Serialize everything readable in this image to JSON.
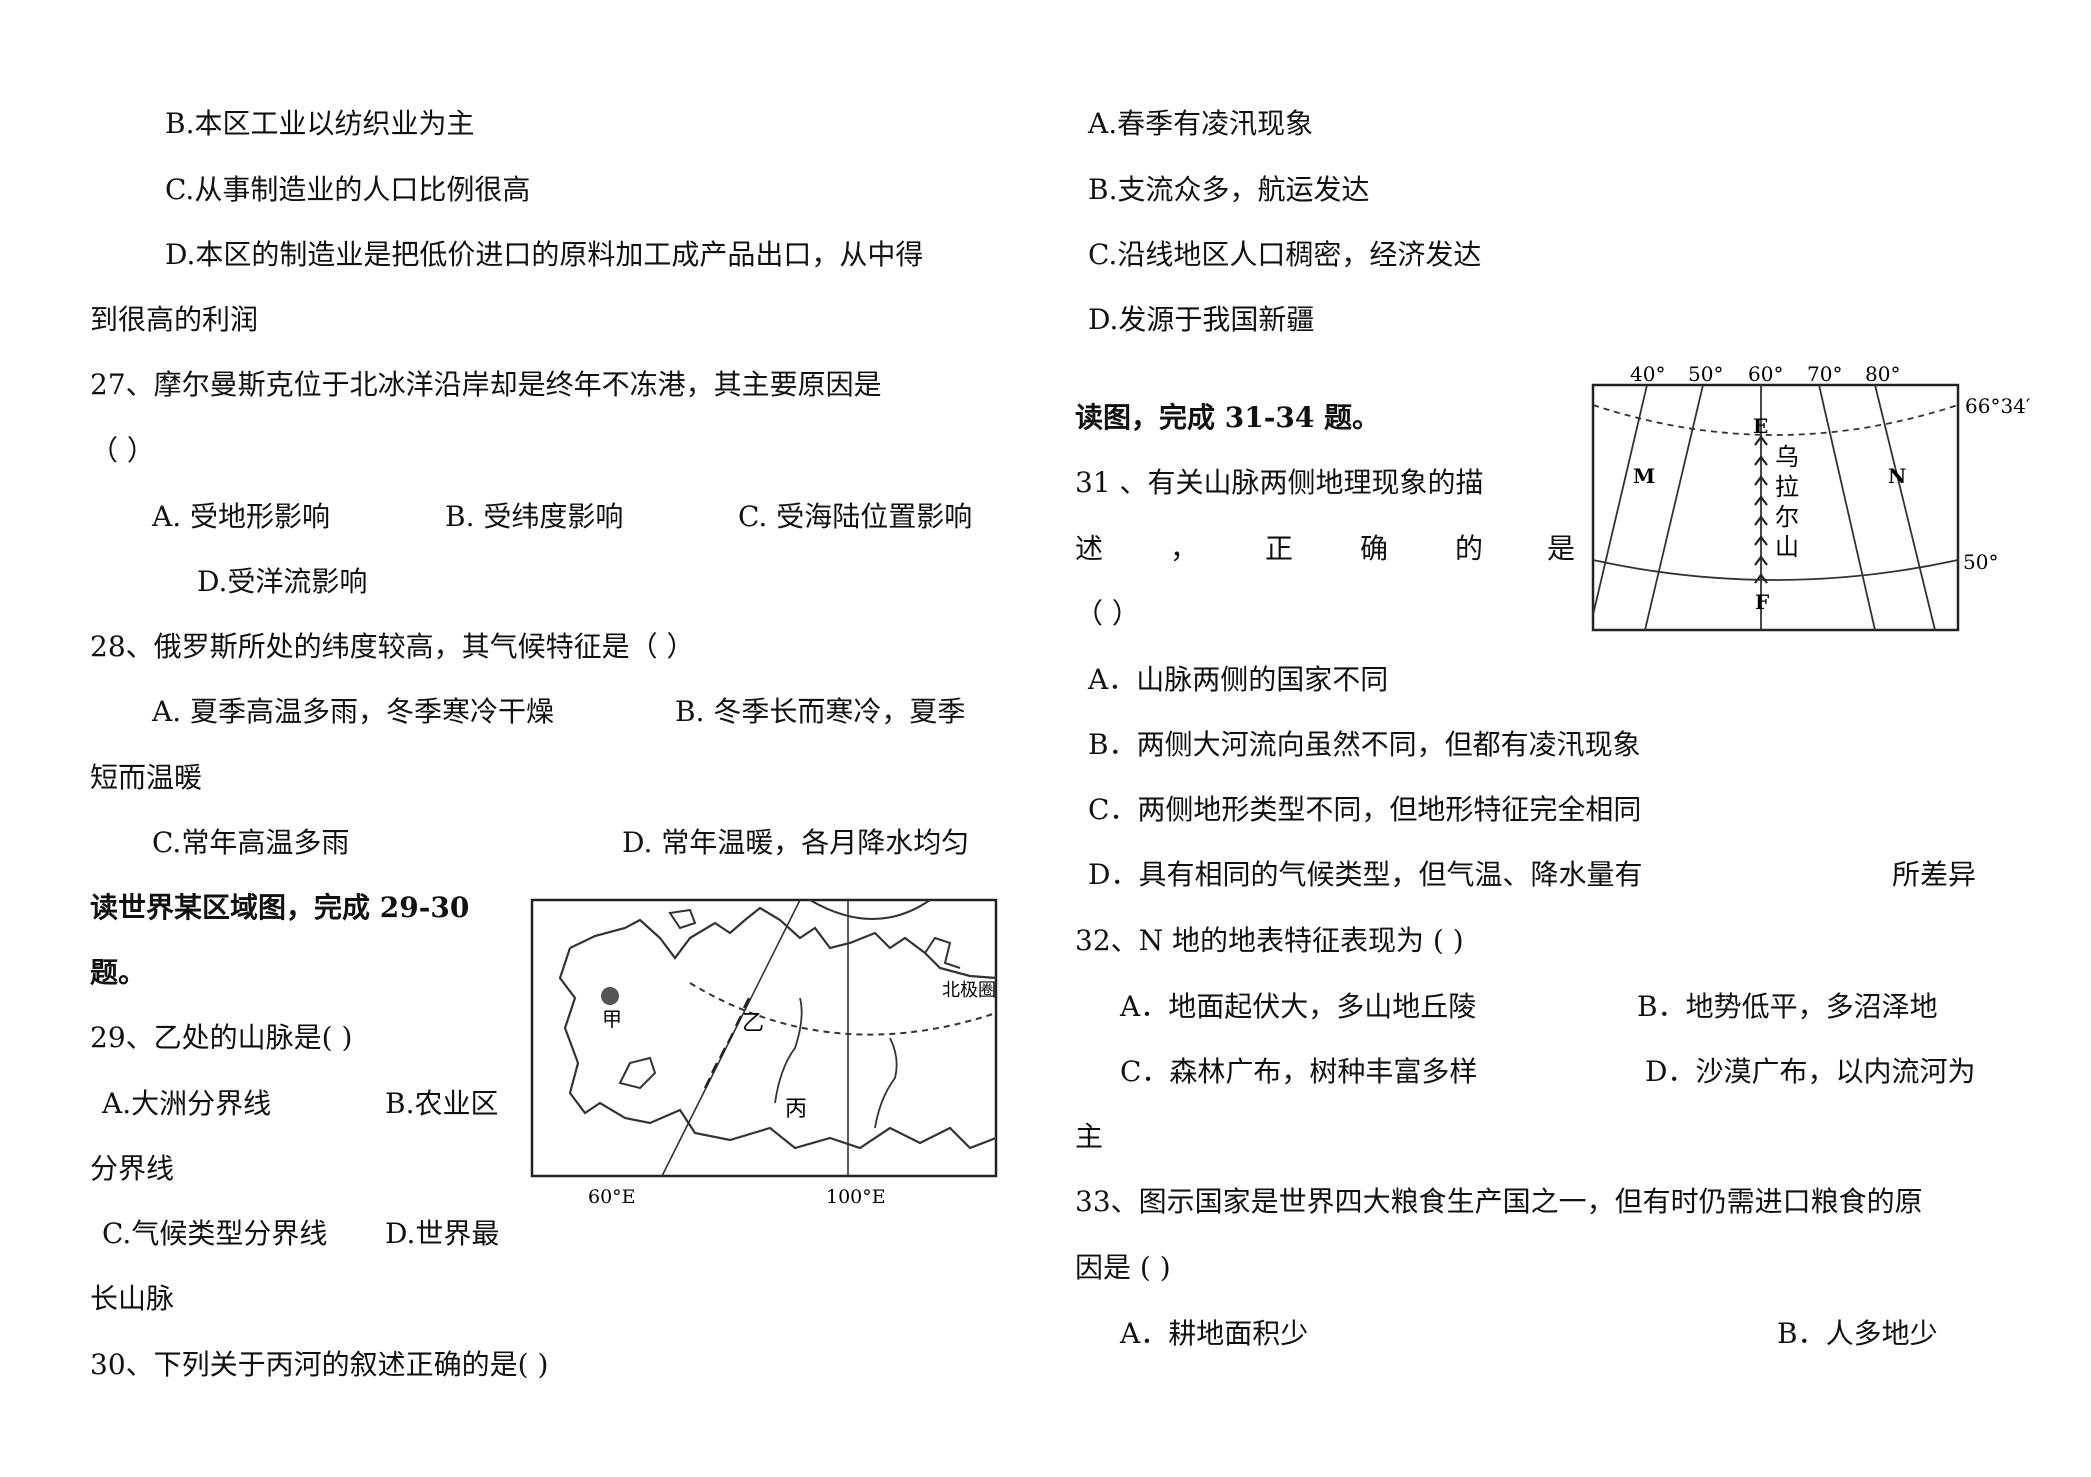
{
  "left": {
    "l1": "B.本区工业以纺织业为主",
    "l2": "C.从事制造业的人口比例很高",
    "l3": "D.本区的制造业是把低价进口的原料加工成产品出口，从中得",
    "l4": "到很高的利润",
    "q27_stem": "27、摩尔曼斯克位于北冰洋沿岸却是终年不冻港，其主要原因是",
    "q27_paren": "（    ）",
    "q27_a": "A. 受地形影响",
    "q27_b": "B. 受纬度影响",
    "q27_c": "C. 受海陆位置影响",
    "q27_d": "D.受洋流影响",
    "q28_stem": "28、俄罗斯所处的纬度较高，其气候特征是（    ）",
    "q28_a": "A.  夏季高温多雨，冬季寒冷干燥",
    "q28_b": "B.   冬季长而寒冷，夏季",
    "q28_b2": "短而温暖",
    "q28_c": "C.常年高温多雨",
    "q28_d": "D.   常年温暖，各月降水均匀",
    "read_2930_a": "读世界某区域图，完成 29-30",
    "read_2930_b": "题。",
    "q29_stem": "29、乙处的山脉是(      )",
    "q29_a": "A.大洲分界线",
    "q29_b": "B.农业区",
    "q29_b2": "分界线",
    "q29_c": "C.气候类型分界线",
    "q29_d": "D.世界最",
    "q29_d2": "长山脉",
    "q30_stem": "30、下列关于丙河的叙述正确的是(     )"
  },
  "right": {
    "q30_a": "A.春季有凌汛现象",
    "q30_b": "B.支流众多，航运发达",
    "q30_c": "C.沿线地区人口稠密，经济发达",
    "q30_d": "D.发源于我国新疆",
    "read_3134": "读图，完成 31-34 题。",
    "q31_a1": "31  、有关山脉两侧地理现象的描",
    "q31_a2_1": "述",
    "q31_a2_2": "，",
    "q31_a2_3": "正",
    "q31_a2_4": "确",
    "q31_a2_5": "的",
    "q31_a2_6": "是",
    "q31_paren": "（      ）",
    "q31_optA": "A．山脉两侧的国家不同",
    "q31_optB": "B．两侧大河流向虽然不同，但都有凌汛现象",
    "q31_optC": "C．两侧地形类型不同，但地形特征完全相同",
    "q31_optD": "D．具有相同的气候类型，但气温、降水量有",
    "q31_optD2": "所差异",
    "q32_stem": "32、N 地的地表特征表现为        (      )",
    "q32_a": "A．地面起伏大，多山地丘陵",
    "q32_b": "B．地势低平，多沼泽地",
    "q32_c": "C．森林广布，树种丰富多样",
    "q32_d": "D．沙漠广布，以内流河为",
    "q32_d2": "主",
    "q33_stem": "33、图示国家是世界四大粮食生产国之一，但有时仍需进口粮食的原",
    "q33_stem2": "因是        (      )",
    "q33_a": "A．耕地面积少",
    "q33_b": "B．人多地少"
  },
  "map1": {
    "label_jia": "甲",
    "label_yi": "乙",
    "label_bing": "丙",
    "label_arctic": "北极圈",
    "label_60e": "60°E",
    "label_100e": "100°E"
  },
  "map2": {
    "lon40": "40°",
    "lon50": "50°",
    "lon60": "60°",
    "lon70": "70°",
    "lon80": "80°",
    "lat6634": "66°34′",
    "lat50": "50°",
    "label_m": "M",
    "label_n": "N",
    "label_e": "E",
    "label_f": "F",
    "mtn1": "乌",
    "mtn2": "拉",
    "mtn3": "尔",
    "mtn4": "山"
  }
}
